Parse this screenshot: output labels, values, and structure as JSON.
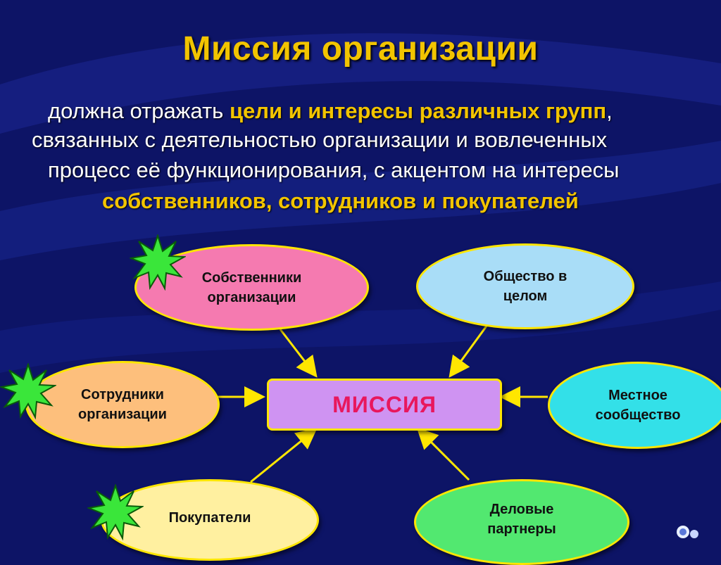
{
  "title": "Миссия организации",
  "text": {
    "line1_plain": "должна отражать ",
    "line1_highlight": "цели и интересы различных групп",
    "line1_end": ",",
    "line2": "связанных с деятельностью организации и вовлеченных",
    "line3": "процесс её функционирования, с акцентом на интересы",
    "line4": "собственников, сотрудников и покупателей"
  },
  "center_label": "МИССИЯ",
  "nodes": {
    "owners": [
      "Собственники",
      "организации"
    ],
    "society": [
      "Общество в",
      "целом"
    ],
    "employees": [
      "Сотрудники",
      "организации"
    ],
    "local": [
      "Местное",
      "сообщество"
    ],
    "customers": "Покупатели",
    "partners": [
      "Деловые",
      "партнеры"
    ]
  },
  "colors": {
    "background": "#0d1466",
    "title": "#f2c400",
    "owners": "#f57ab0",
    "society": "#a9ddf7",
    "employees": "#fdbf7c",
    "local": "#33e0e8",
    "customers": "#fff0a0",
    "partners": "#52e870",
    "mission_box": "#cf93f2",
    "mission_text": "#e8175d",
    "star": "#3ae63a"
  }
}
